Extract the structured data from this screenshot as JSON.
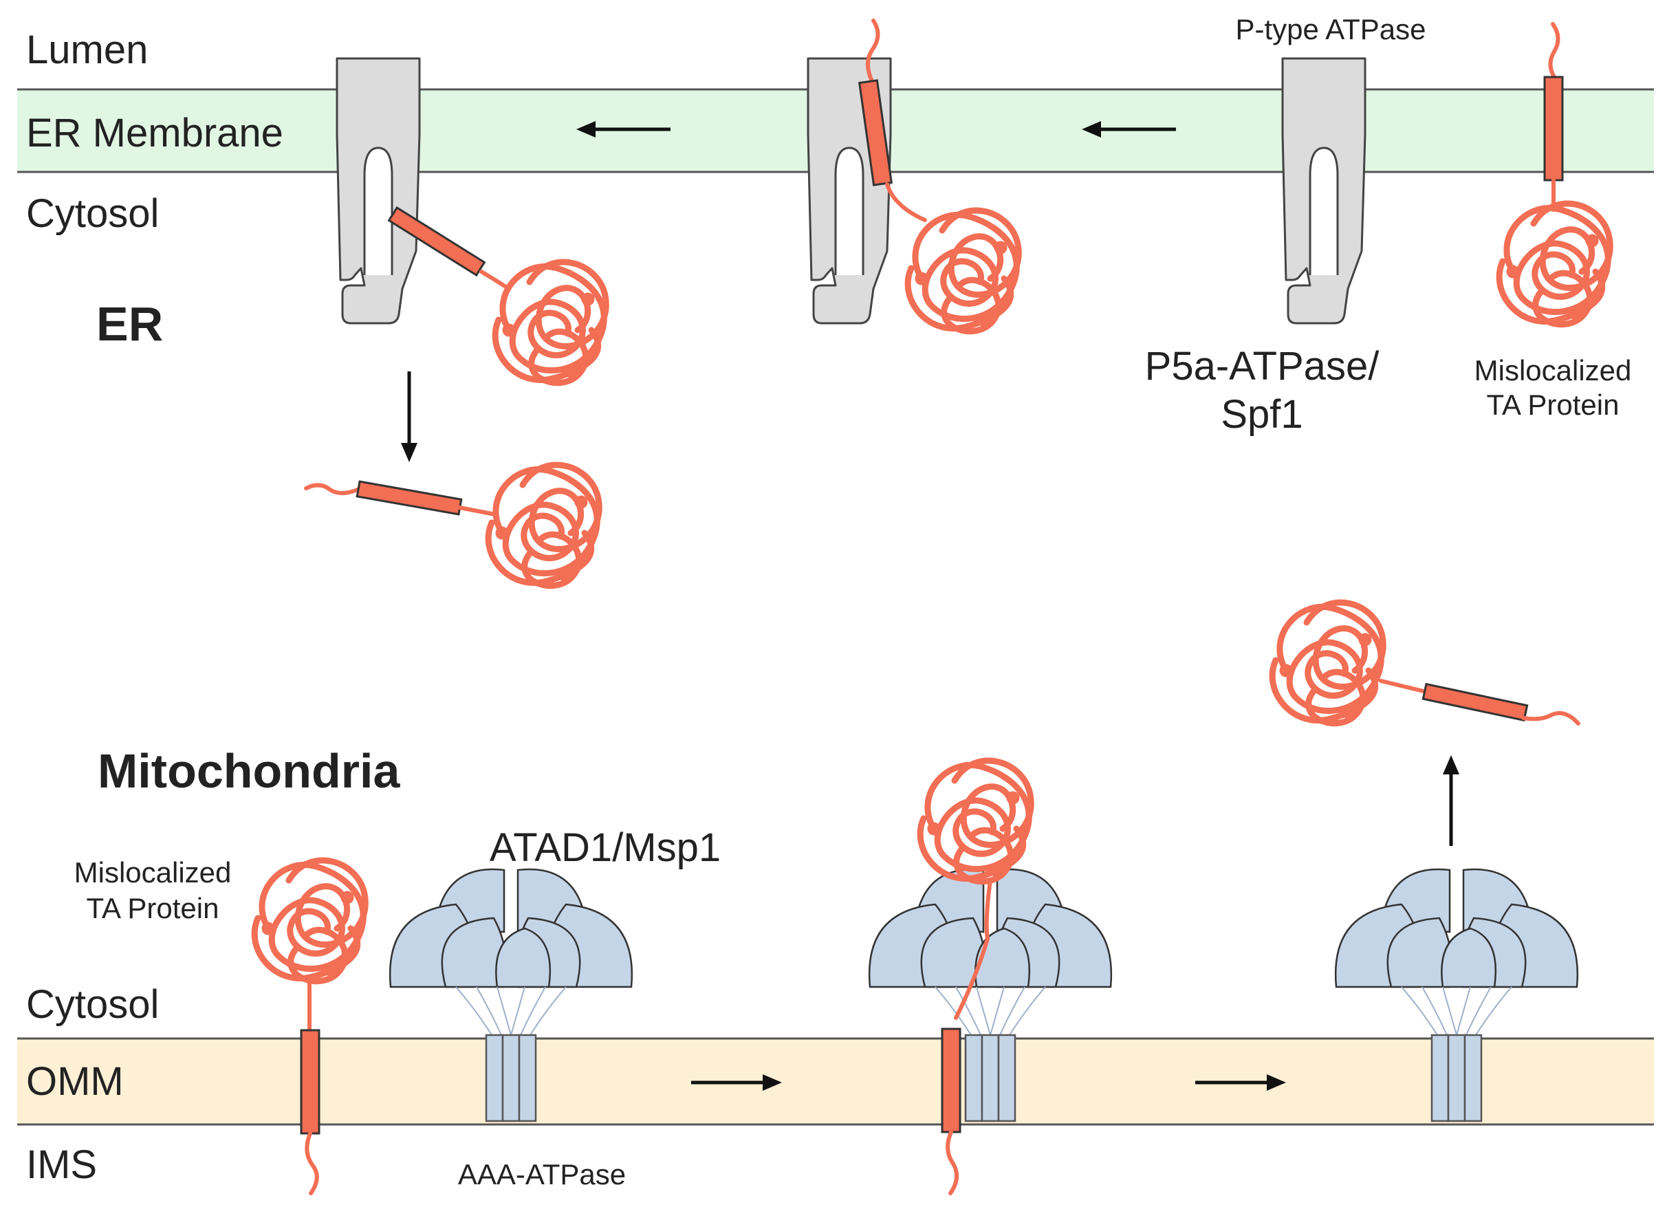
{
  "er_section": {
    "title": "ER",
    "labels": {
      "lumen": "Lumen",
      "membrane": "ER Membrane",
      "cytosol": "Cytosol"
    },
    "pump_class_label": "P-type ATPase",
    "pump_name_line1": "P5a-ATPase/",
    "pump_name_line2": "Spf1",
    "substrate_label_line1": "Mislocalized",
    "substrate_label_line2": "TA Protein"
  },
  "mito_section": {
    "title": "Mitochondria",
    "labels": {
      "cytosol": "Cytosol",
      "membrane": "OMM",
      "ims": "IMS"
    },
    "extractor_name": "ATAD1/Msp1",
    "extractor_class_label": "AAA-ATPase",
    "substrate_label_line1": "Mislocalized",
    "substrate_label_line2": "TA Protein"
  },
  "colors": {
    "er_membrane": "#e1f7e3",
    "omm": "#fdf0d5",
    "protein": "#f26e54",
    "pump": "#dcdcdc",
    "hexamer": "#c5d5e8",
    "membrane_line": "#555555"
  },
  "icons": {
    "arrow": "arrow-icon",
    "pump": "p5a-atpase-icon",
    "hexamer": "aaa-atpase-hexamer-icon",
    "protein": "ta-protein-icon"
  }
}
